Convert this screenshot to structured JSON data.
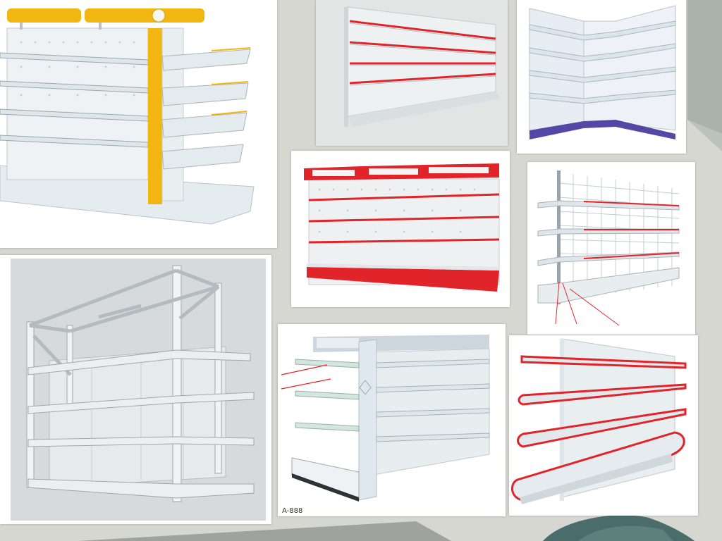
{
  "collage": {
    "title": "",
    "background_color": "#d7d7d2",
    "accent_colors": {
      "shelf_white": "#eef1f3",
      "steel_blue_grey": "#c9d2d9",
      "edge_red": "#e1242a",
      "lightbox_yellow": "#f1b60f",
      "kickplate_purple": "#5447a6",
      "glass_green": "#cfe3dc"
    },
    "photos": [
      {
        "id": "yellow-lightbox-gondola",
        "icon": "shelf-unit-icon",
        "accent": "#f1b60f"
      },
      {
        "id": "wall-shelf-red-edges",
        "icon": "shelf-unit-icon",
        "accent": "#e1242a"
      },
      {
        "id": "corner-shelf-purple-base",
        "icon": "shelf-unit-icon",
        "accent": "#5447a6"
      },
      {
        "id": "red-pegboard-shelf",
        "icon": "shelf-unit-icon",
        "accent": "#e1242a"
      },
      {
        "id": "wire-mesh-shelf",
        "icon": "shelf-unit-icon",
        "accent": "#e1242a"
      },
      {
        "id": "frame-rack-shelf",
        "icon": "shelf-unit-icon",
        "accent": "#c9d2d9"
      },
      {
        "id": "glass-shelf-gondola",
        "icon": "shelf-unit-icon",
        "accent": "#cfe3dc",
        "caption": "A-888"
      },
      {
        "id": "round-end-red-shelf",
        "icon": "shelf-unit-icon",
        "accent": "#e1242a"
      }
    ]
  }
}
